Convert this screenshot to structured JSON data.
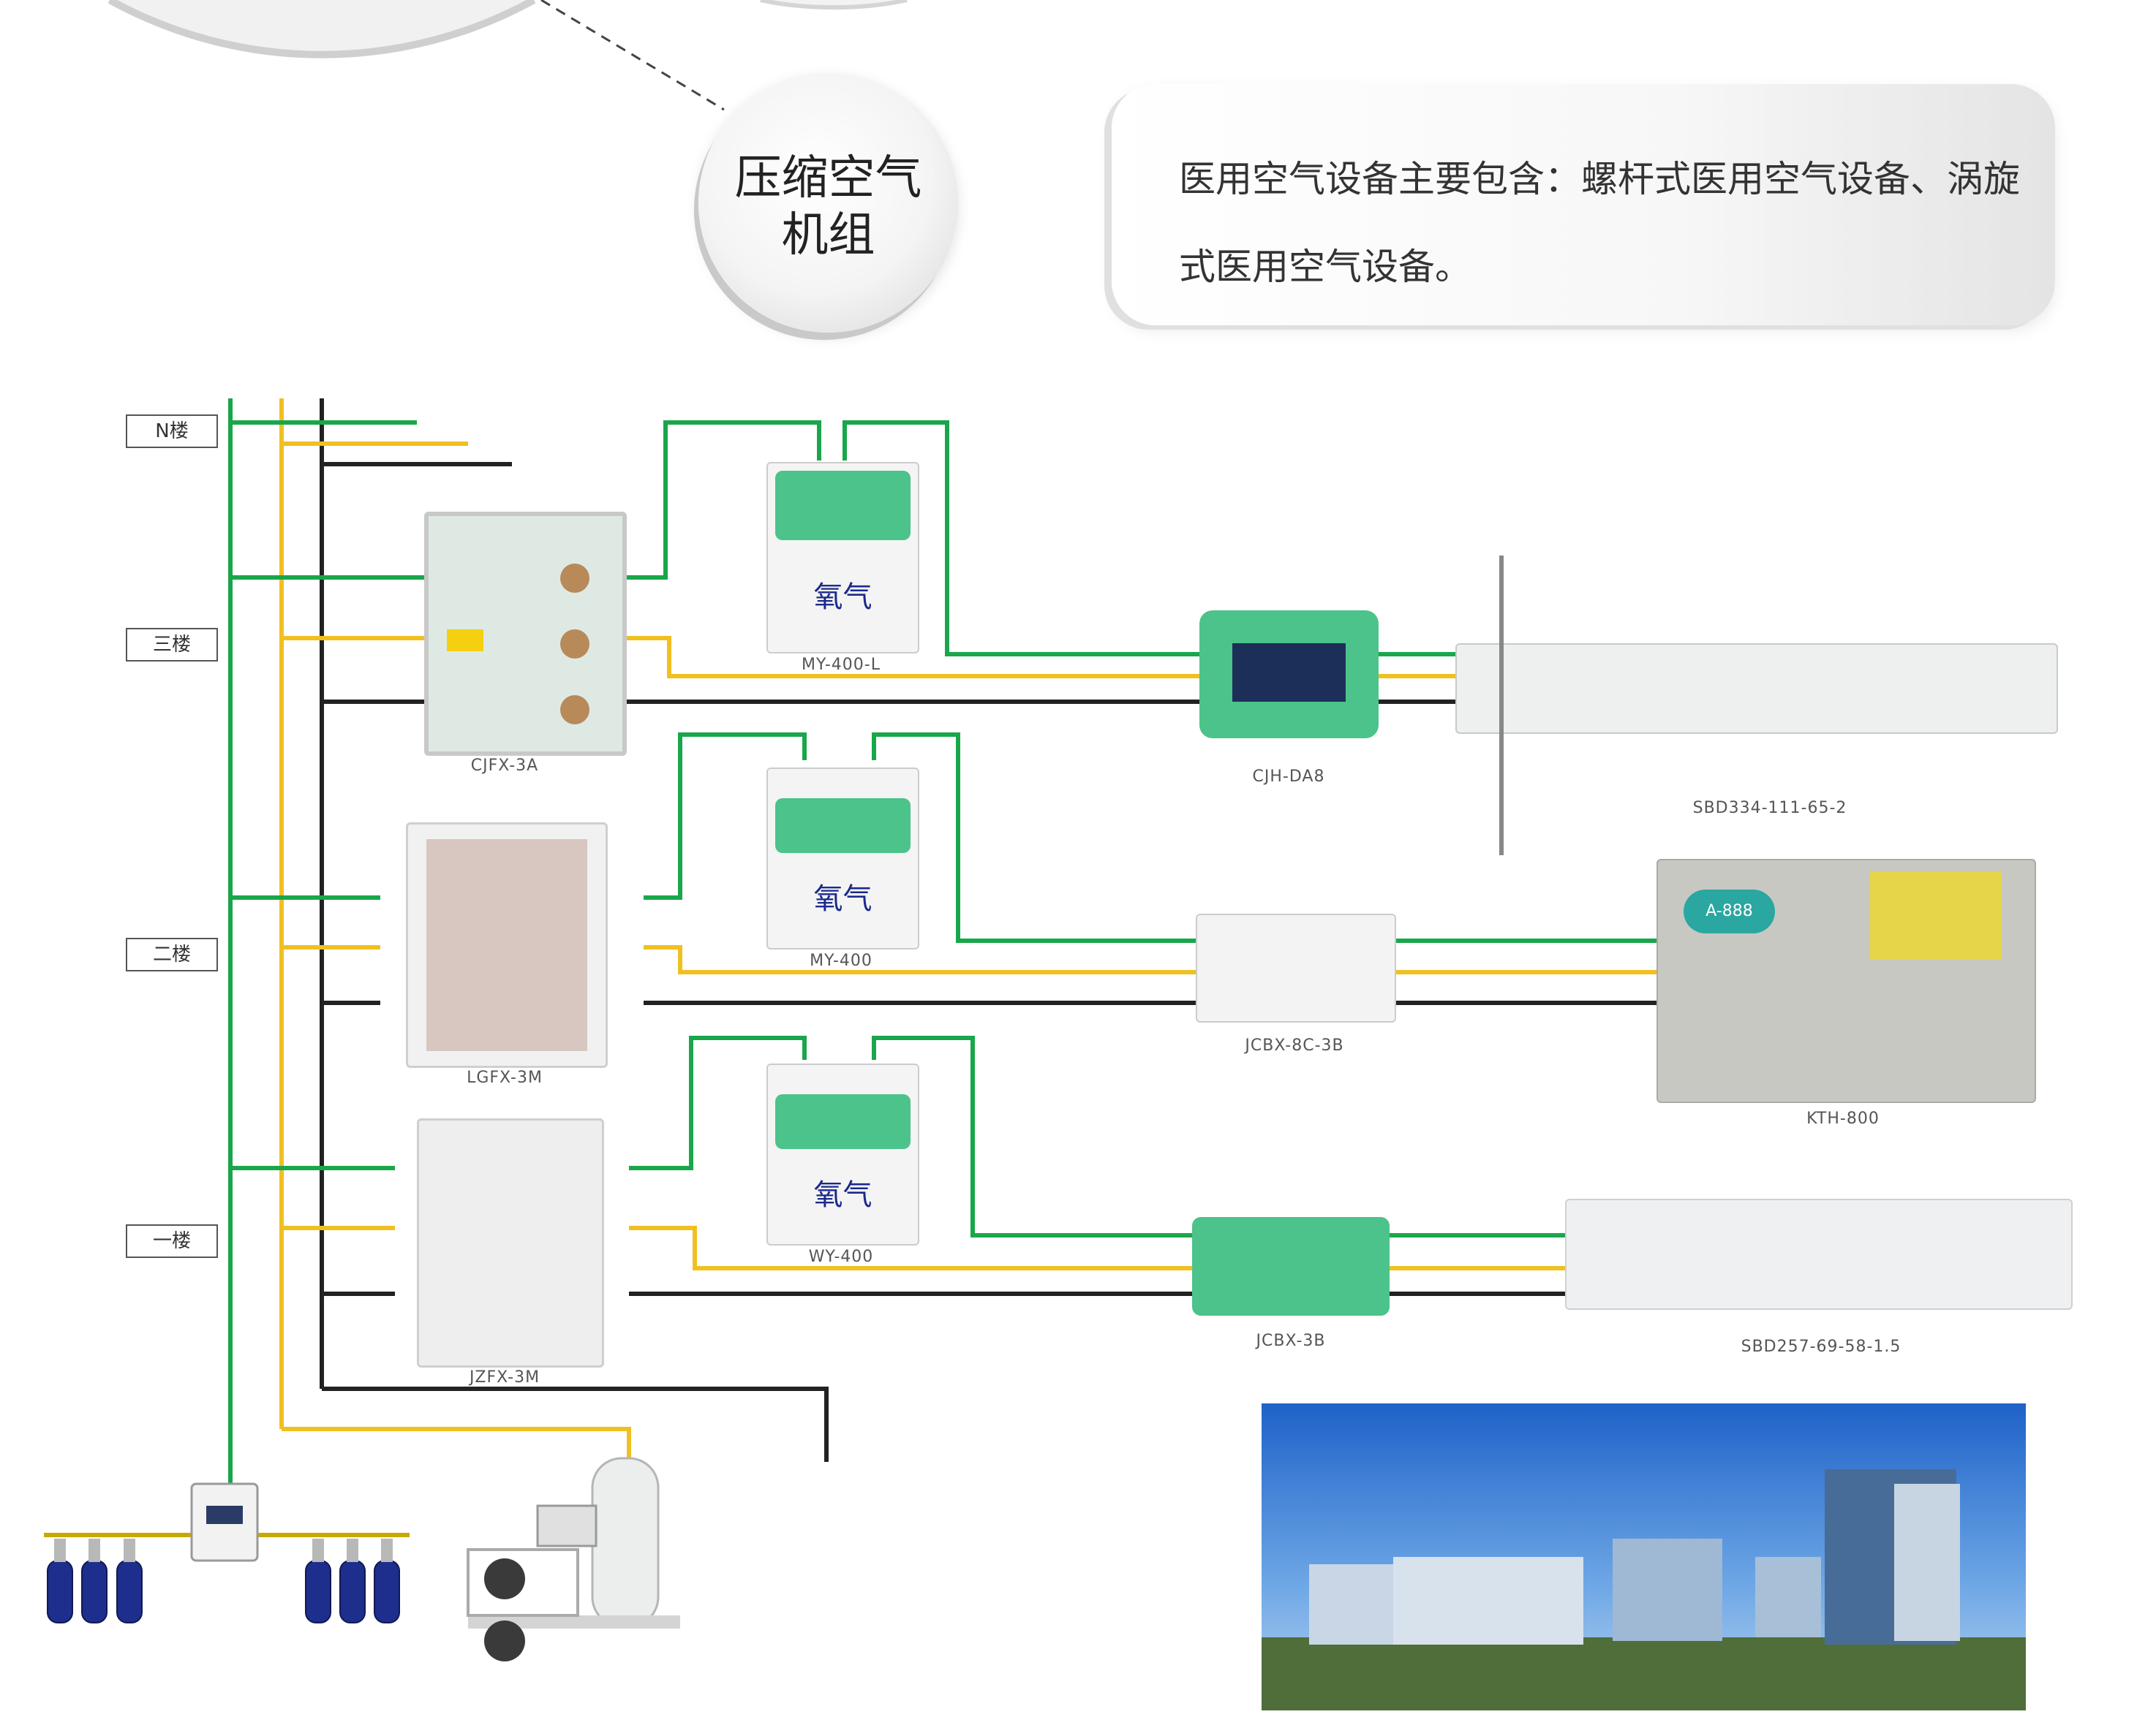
{
  "circles": {
    "compressed_air": "压缩空气机组"
  },
  "callout": {
    "text": "医用空气设备主要包含：螺杆式医用空气设备、涡旋式医用空气设备。"
  },
  "floors": [
    "N楼",
    "三楼",
    "二楼",
    "一楼"
  ],
  "devices": {
    "cjfx": "CJFX-3A",
    "my400l": "MY-400-L",
    "cjhda8": "CJH-DA8",
    "sbd334": "SBD334-111-65-2",
    "lgfx": "LGFX-3M",
    "my400": "MY-400",
    "jcbx8c": "JCBX-8C-3B",
    "kth": "KTH-800",
    "jzfx": "JZFX-3M",
    "wy400": "WY-400",
    "jcbx3b": "JCBX-3B",
    "sbd257": "SBD257-69-58-1.5"
  },
  "panel_text": {
    "oxygen": "氧气",
    "kth_badge": "A-888"
  },
  "colors": {
    "oxygen_line": "#1aa64a",
    "air_line": "#f0c020",
    "vacuum_line": "#222222",
    "panel_green": "#4cc38a",
    "cylinder_blue": "#1d2e8c"
  }
}
